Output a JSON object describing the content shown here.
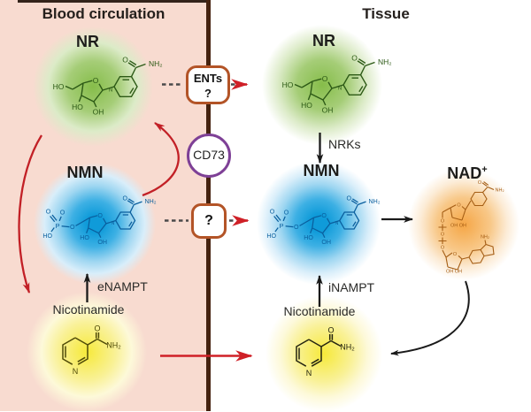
{
  "titles": {
    "blood": "Blood circulation",
    "tissue": "Tissue"
  },
  "nodes": {
    "nr_blood": {
      "label": "NR"
    },
    "nmn_blood": {
      "label": "NMN"
    },
    "nicotinamide_blood": {
      "label": "Nicotinamide"
    },
    "nr_tissue": {
      "label": "NR"
    },
    "nmn_tissue": {
      "label": "NMN"
    },
    "nicotinamide_tissue": {
      "label": "Nicotinamide"
    },
    "nad_tissue": {
      "label_base": "NAD",
      "label_sup": "+"
    }
  },
  "membrane": {
    "ents": {
      "line1": "ENTs",
      "line2": "?"
    },
    "cd73": {
      "label": "CD73"
    },
    "unknown_transporter": {
      "label": "?"
    }
  },
  "enzymes": {
    "nrks": "NRKs",
    "enampt": "eNAMPT",
    "inampt": "iNAMPT"
  },
  "atoms": {
    "nicotinamide": {
      "o": "O",
      "nh2": "NH₂",
      "n": "N"
    },
    "nr": {
      "o": "O",
      "nh2": "NH₂",
      "n": "N",
      "ring_o": "O",
      "ho_side": "HO",
      "ho": "HO",
      "oh": "OH"
    },
    "nmn": {
      "o": "O",
      "nh2": "NH₂",
      "n": "N",
      "ring_o": "O",
      "ho": "HO",
      "oh": "OH",
      "p": "P",
      "p_o1": "O",
      "p_o2": "O",
      "p_ho": "HO",
      "p_obridge": "O"
    },
    "nad": {
      "o_top": "O",
      "nh2_top": "NH₂",
      "ring_o1": "O",
      "oh_pair1": "OH OH",
      "po1": "O",
      "po2": "O",
      "po3": "O",
      "ring_o2": "O",
      "oh_pair2": "OH OH",
      "nh2_adenine": "NH₂"
    }
  },
  "colors": {
    "background_blood": "#f8dbd0",
    "background_tissue": "#ffffff",
    "membrane_line": "#45220f",
    "transporter_border": "#b35427",
    "cd73_border": "#7e4096",
    "red_arrow": "#cf2027",
    "black_arrow": "#1a1a1a",
    "dashed_gray": "#4a4a4a",
    "green_center": "#86bd4a",
    "blue_center": "#16a3df",
    "yellow_center": "#f6e93a",
    "orange_center": "#f5a646",
    "molecule_green": "#2d5a16",
    "molecule_blue": "#0a5f9e",
    "molecule_olive": "#4f4a08",
    "molecule_black": "#242410",
    "molecule_orange": "#a55e15"
  }
}
